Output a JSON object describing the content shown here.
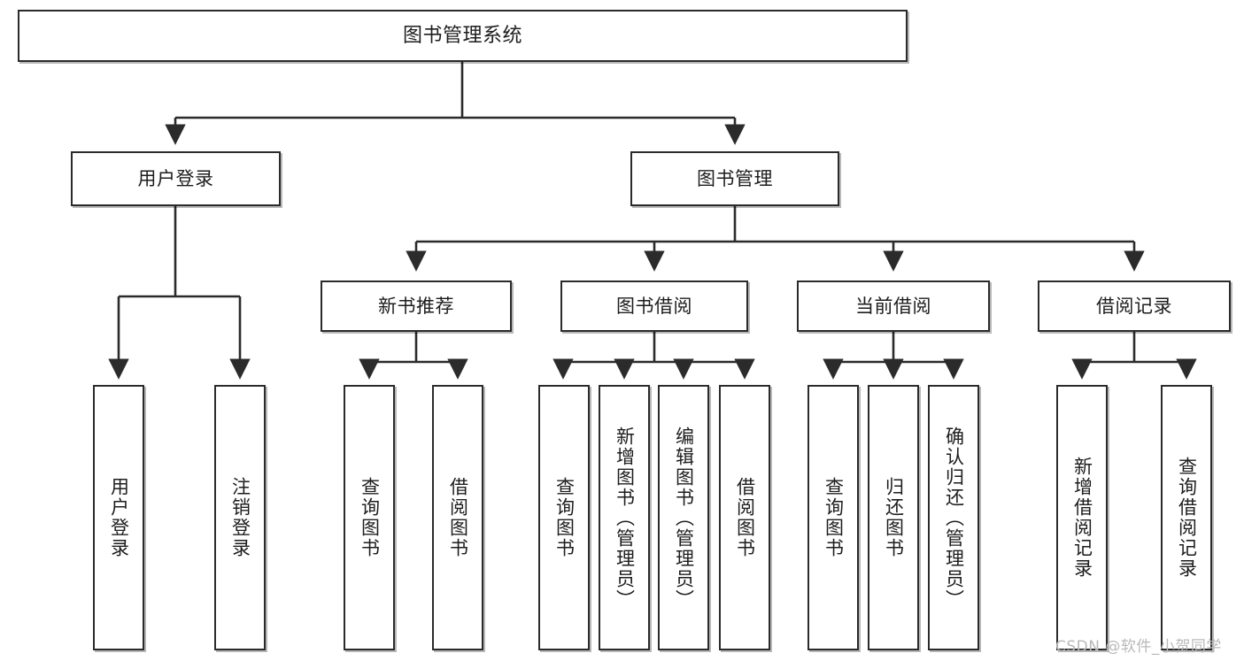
{
  "diagram": {
    "title": "图书管理系统",
    "type": "tree-hierarchy-diagram",
    "colors": {
      "box_border": "#2b2b2b",
      "box_fill": "#ffffff",
      "edge": "#2b2b2b",
      "text": "#1d1d1f",
      "watermark": "#b9b9b9",
      "background": "#ffffff"
    },
    "root": {
      "label": "图书管理系统"
    },
    "level2": [
      {
        "label": "用户登录"
      },
      {
        "label": "图书管理"
      }
    ],
    "level3": [
      {
        "label": "新书推荐"
      },
      {
        "label": "图书借阅"
      },
      {
        "label": "当前借阅"
      },
      {
        "label": "借阅记录"
      }
    ],
    "leaves": {
      "user_login": [
        {
          "label": "用户登录"
        },
        {
          "label": "注销登录"
        }
      ],
      "new_book_recommend": [
        {
          "label": "查询图书"
        },
        {
          "label": "借阅图书"
        }
      ],
      "book_borrow": [
        {
          "label": "查询图书"
        },
        {
          "label": "新增图书（管理员）"
        },
        {
          "label": "编辑图书（管理员）"
        },
        {
          "label": "借阅图书"
        }
      ],
      "current_borrow": [
        {
          "label": "查询图书"
        },
        {
          "label": "归还图书"
        },
        {
          "label": "确认归还（管理员）"
        }
      ],
      "borrow_record": [
        {
          "label": "新增借阅记录"
        },
        {
          "label": "查询借阅记录"
        }
      ]
    },
    "watermark": "CSDN @软件_小贺同学"
  }
}
